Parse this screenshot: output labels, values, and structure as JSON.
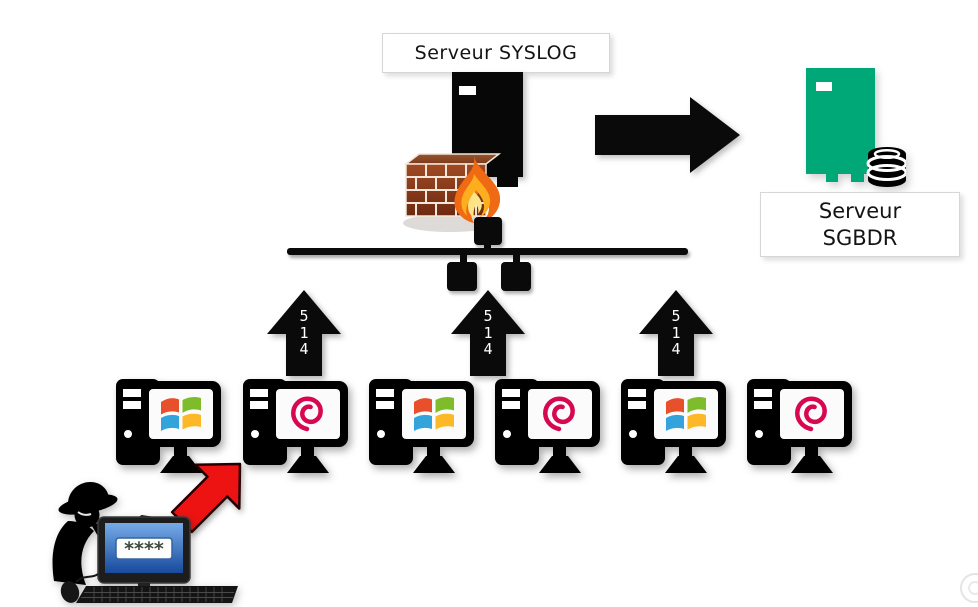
{
  "diagram": {
    "type": "network-syslog-architecture",
    "background": "#ffffff"
  },
  "syslog": {
    "label": "Serveur SYSLOG"
  },
  "sgbdr": {
    "label_line1": "Serveur",
    "label_line2": "SGBDR"
  },
  "port_arrows": {
    "port": "514",
    "digits": [
      "5",
      "1",
      "4"
    ],
    "count": 3
  },
  "hacker": {
    "password_mask": "****"
  },
  "computers": [
    {
      "os": "windows"
    },
    {
      "os": "debian"
    },
    {
      "os": "windows"
    },
    {
      "os": "debian"
    },
    {
      "os": "windows"
    },
    {
      "os": "debian"
    }
  ],
  "icons": [
    "server-tower-icon",
    "firewall-brick-icon",
    "flame-icon",
    "database-stack-icon",
    "network-bus",
    "network-connector-icon",
    "port-514-arrow-icon",
    "data-flow-arrow-icon",
    "windows-logo-icon",
    "debian-logo-icon",
    "hacker-spy-icon",
    "password-screen-icon",
    "attack-arrow-icon",
    "watermark-icon"
  ],
  "colors": {
    "sgbdr_green": "#00a878",
    "debian_red": "#d70751",
    "attack_red": "#ee1313",
    "brick_red": "#8a341a",
    "flame_orange": "#ef6a12",
    "black": "#0a0a0a"
  }
}
